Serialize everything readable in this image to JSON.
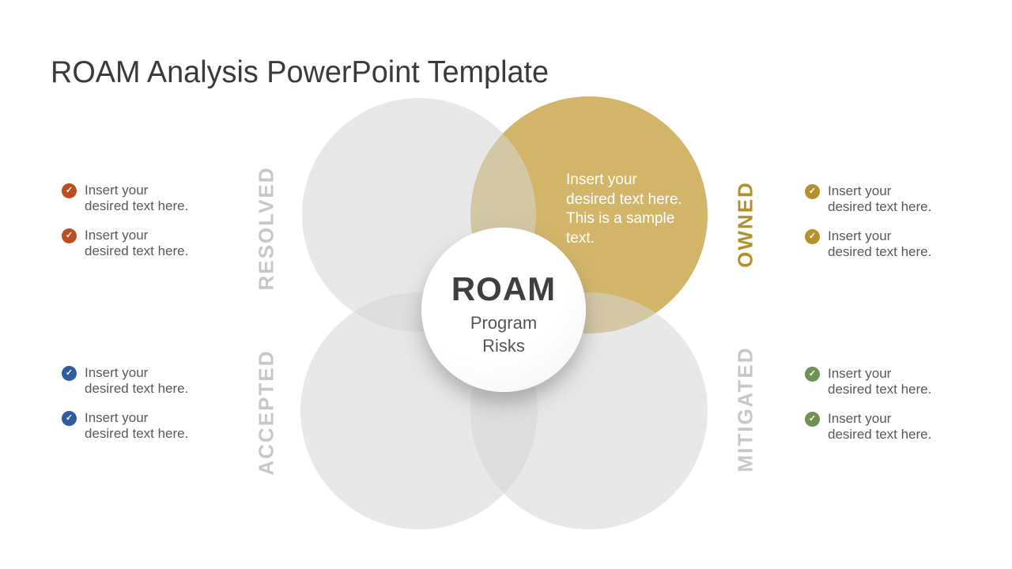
{
  "title": {
    "text": "ROAM Analysis PowerPoint Template"
  },
  "center": {
    "heading": "ROAM",
    "subheading": "Program\nRisks"
  },
  "gold_circle": {
    "note": "Insert your\ndesired text here.\nThis is a sample\ntext.",
    "fill_color": "#d2b569",
    "text_color": "#ffffff"
  },
  "colors": {
    "title_text": "#3a3a3a",
    "gray_circle": "#e8e8e8",
    "gray_label": "#c7c7c7",
    "bullet_text": "#595959"
  },
  "sections": [
    {
      "id": "resolved",
      "label": "RESOLVED",
      "label_color": "#c7c7c7",
      "icon_color": "#bc4e22",
      "items": [
        "Insert your\ndesired text here.",
        "Insert your\ndesired text here."
      ]
    },
    {
      "id": "owned",
      "label": "OWNED",
      "label_color": "#b3912a",
      "icon_color": "#b5912c",
      "items": [
        "Insert your\ndesired text here.",
        "Insert your\ndesired text here."
      ]
    },
    {
      "id": "accepted",
      "label": "ACCEPTED",
      "label_color": "#c7c7c7",
      "icon_color": "#2e5c9e",
      "items": [
        "Insert your\ndesired text here.",
        "Insert your\ndesired text here."
      ]
    },
    {
      "id": "mitigated",
      "label": "MITIGATED",
      "label_color": "#c7c7c7",
      "icon_color": "#6f9154",
      "items": [
        "Insert your\ndesired text here.",
        "Insert your\ndesired text here."
      ]
    }
  ]
}
